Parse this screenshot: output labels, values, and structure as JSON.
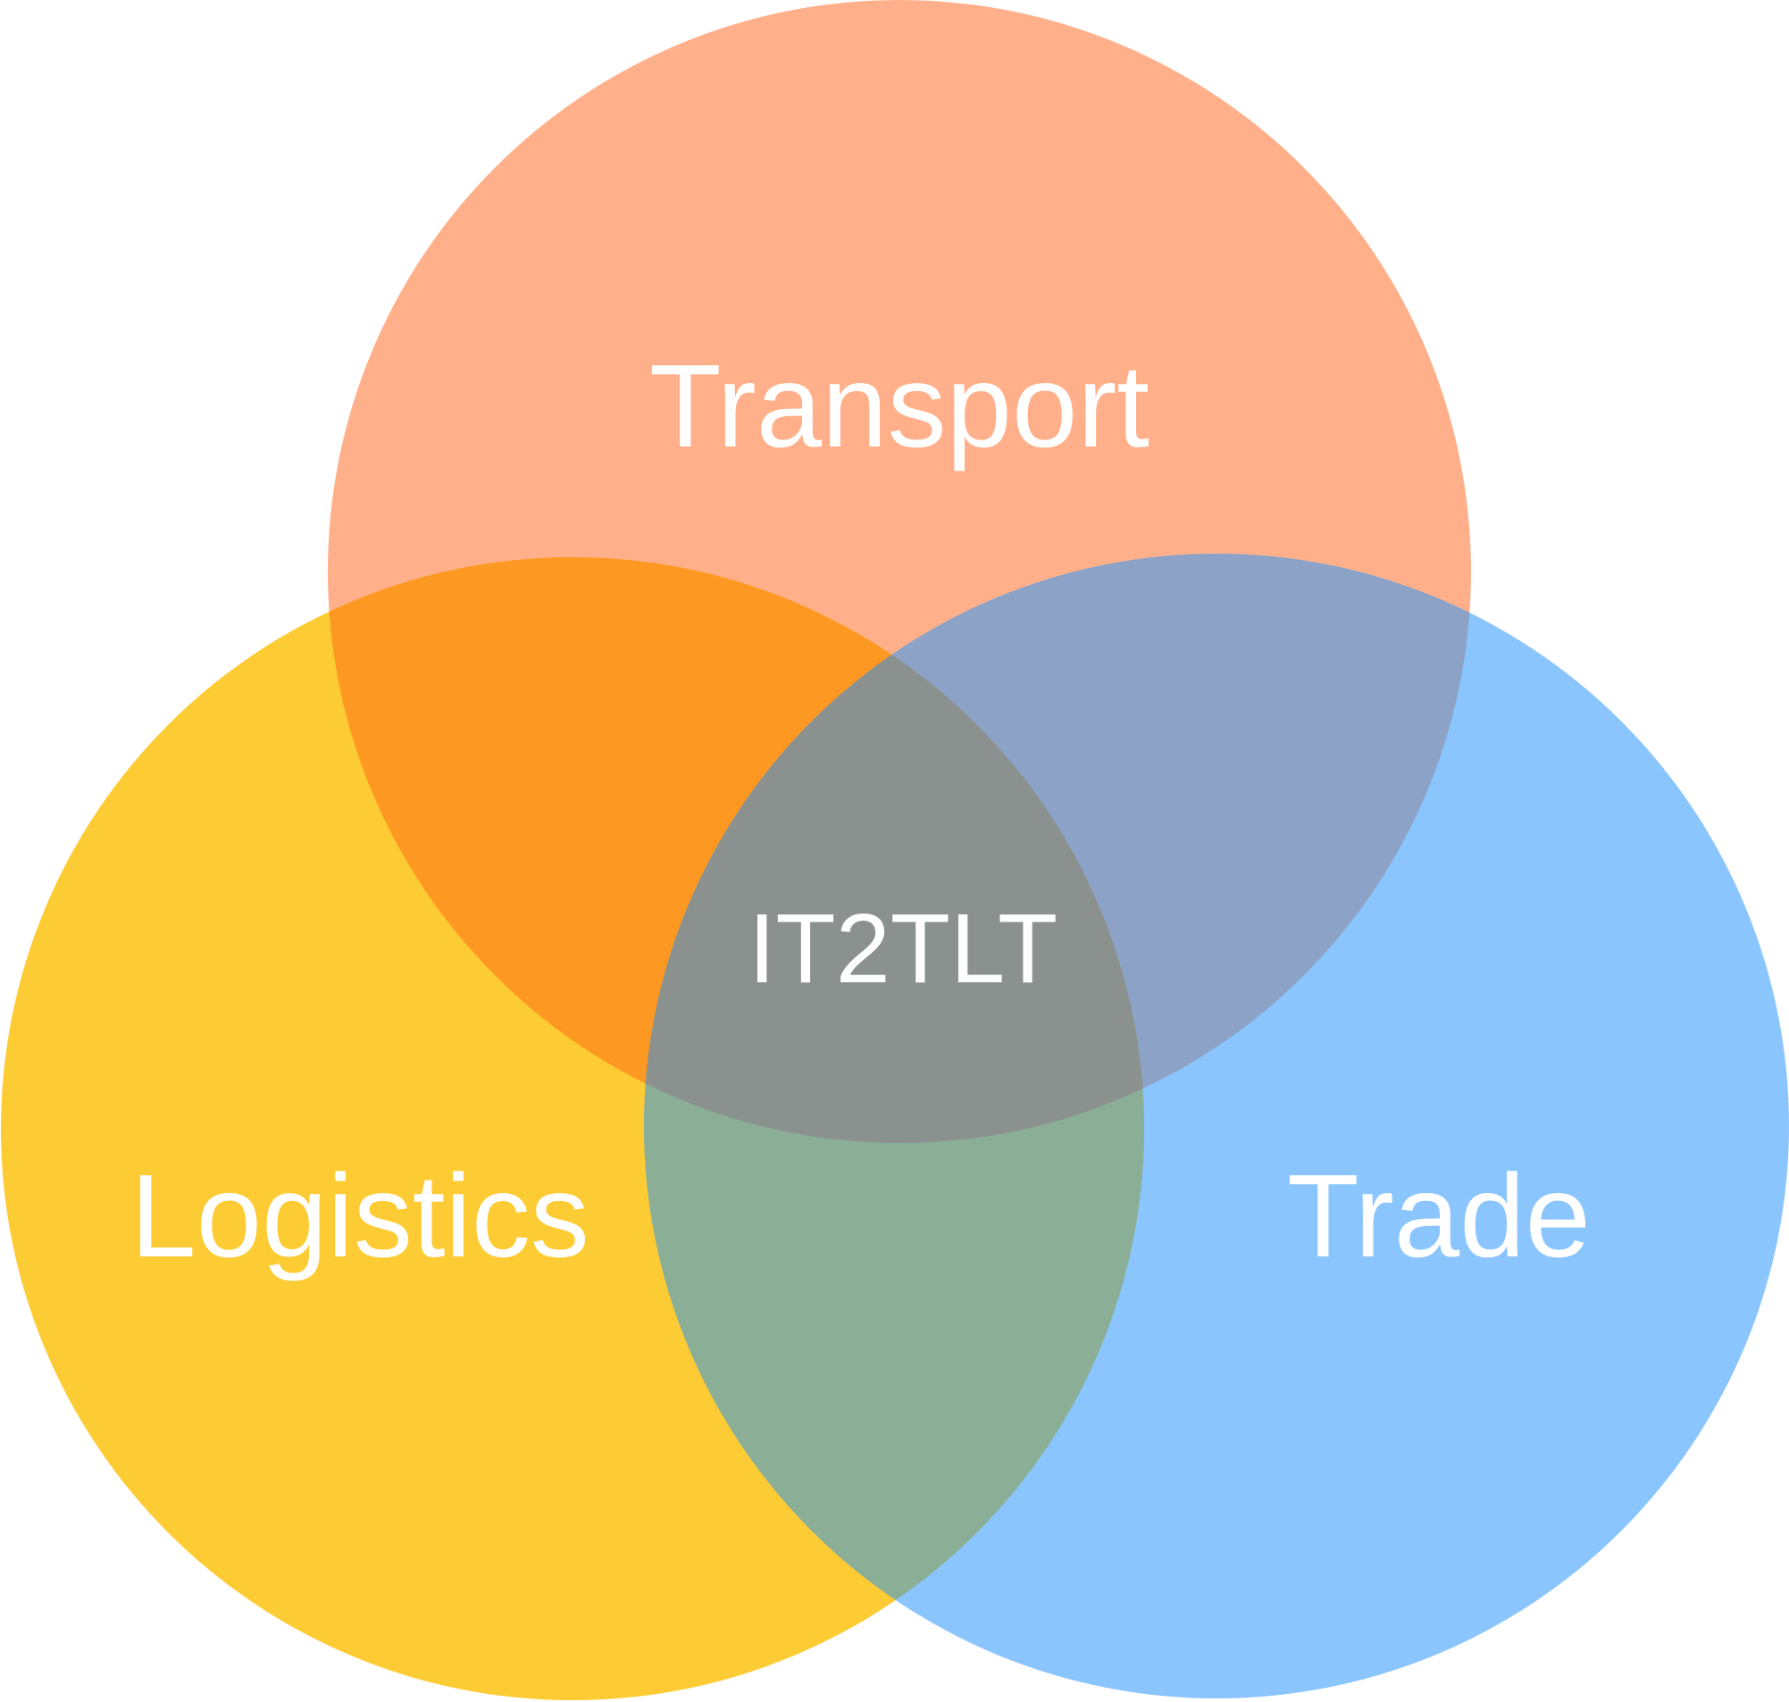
{
  "diagram": {
    "type": "venn",
    "center_label": "IT2TLT",
    "sets": [
      {
        "id": "transport",
        "label": "Transport",
        "color": "#FFB08A"
      },
      {
        "id": "logistics",
        "label": "Logistics",
        "color": "#FDCB33"
      },
      {
        "id": "trade",
        "label": "Trade",
        "color": "#8BC5FD"
      }
    ],
    "overlap_colors": {
      "transport_logistics": "#FD9822",
      "transport_trade": "#8CA2C6",
      "logistics_trade": "#8BAE97",
      "all": "#8A918F"
    }
  }
}
